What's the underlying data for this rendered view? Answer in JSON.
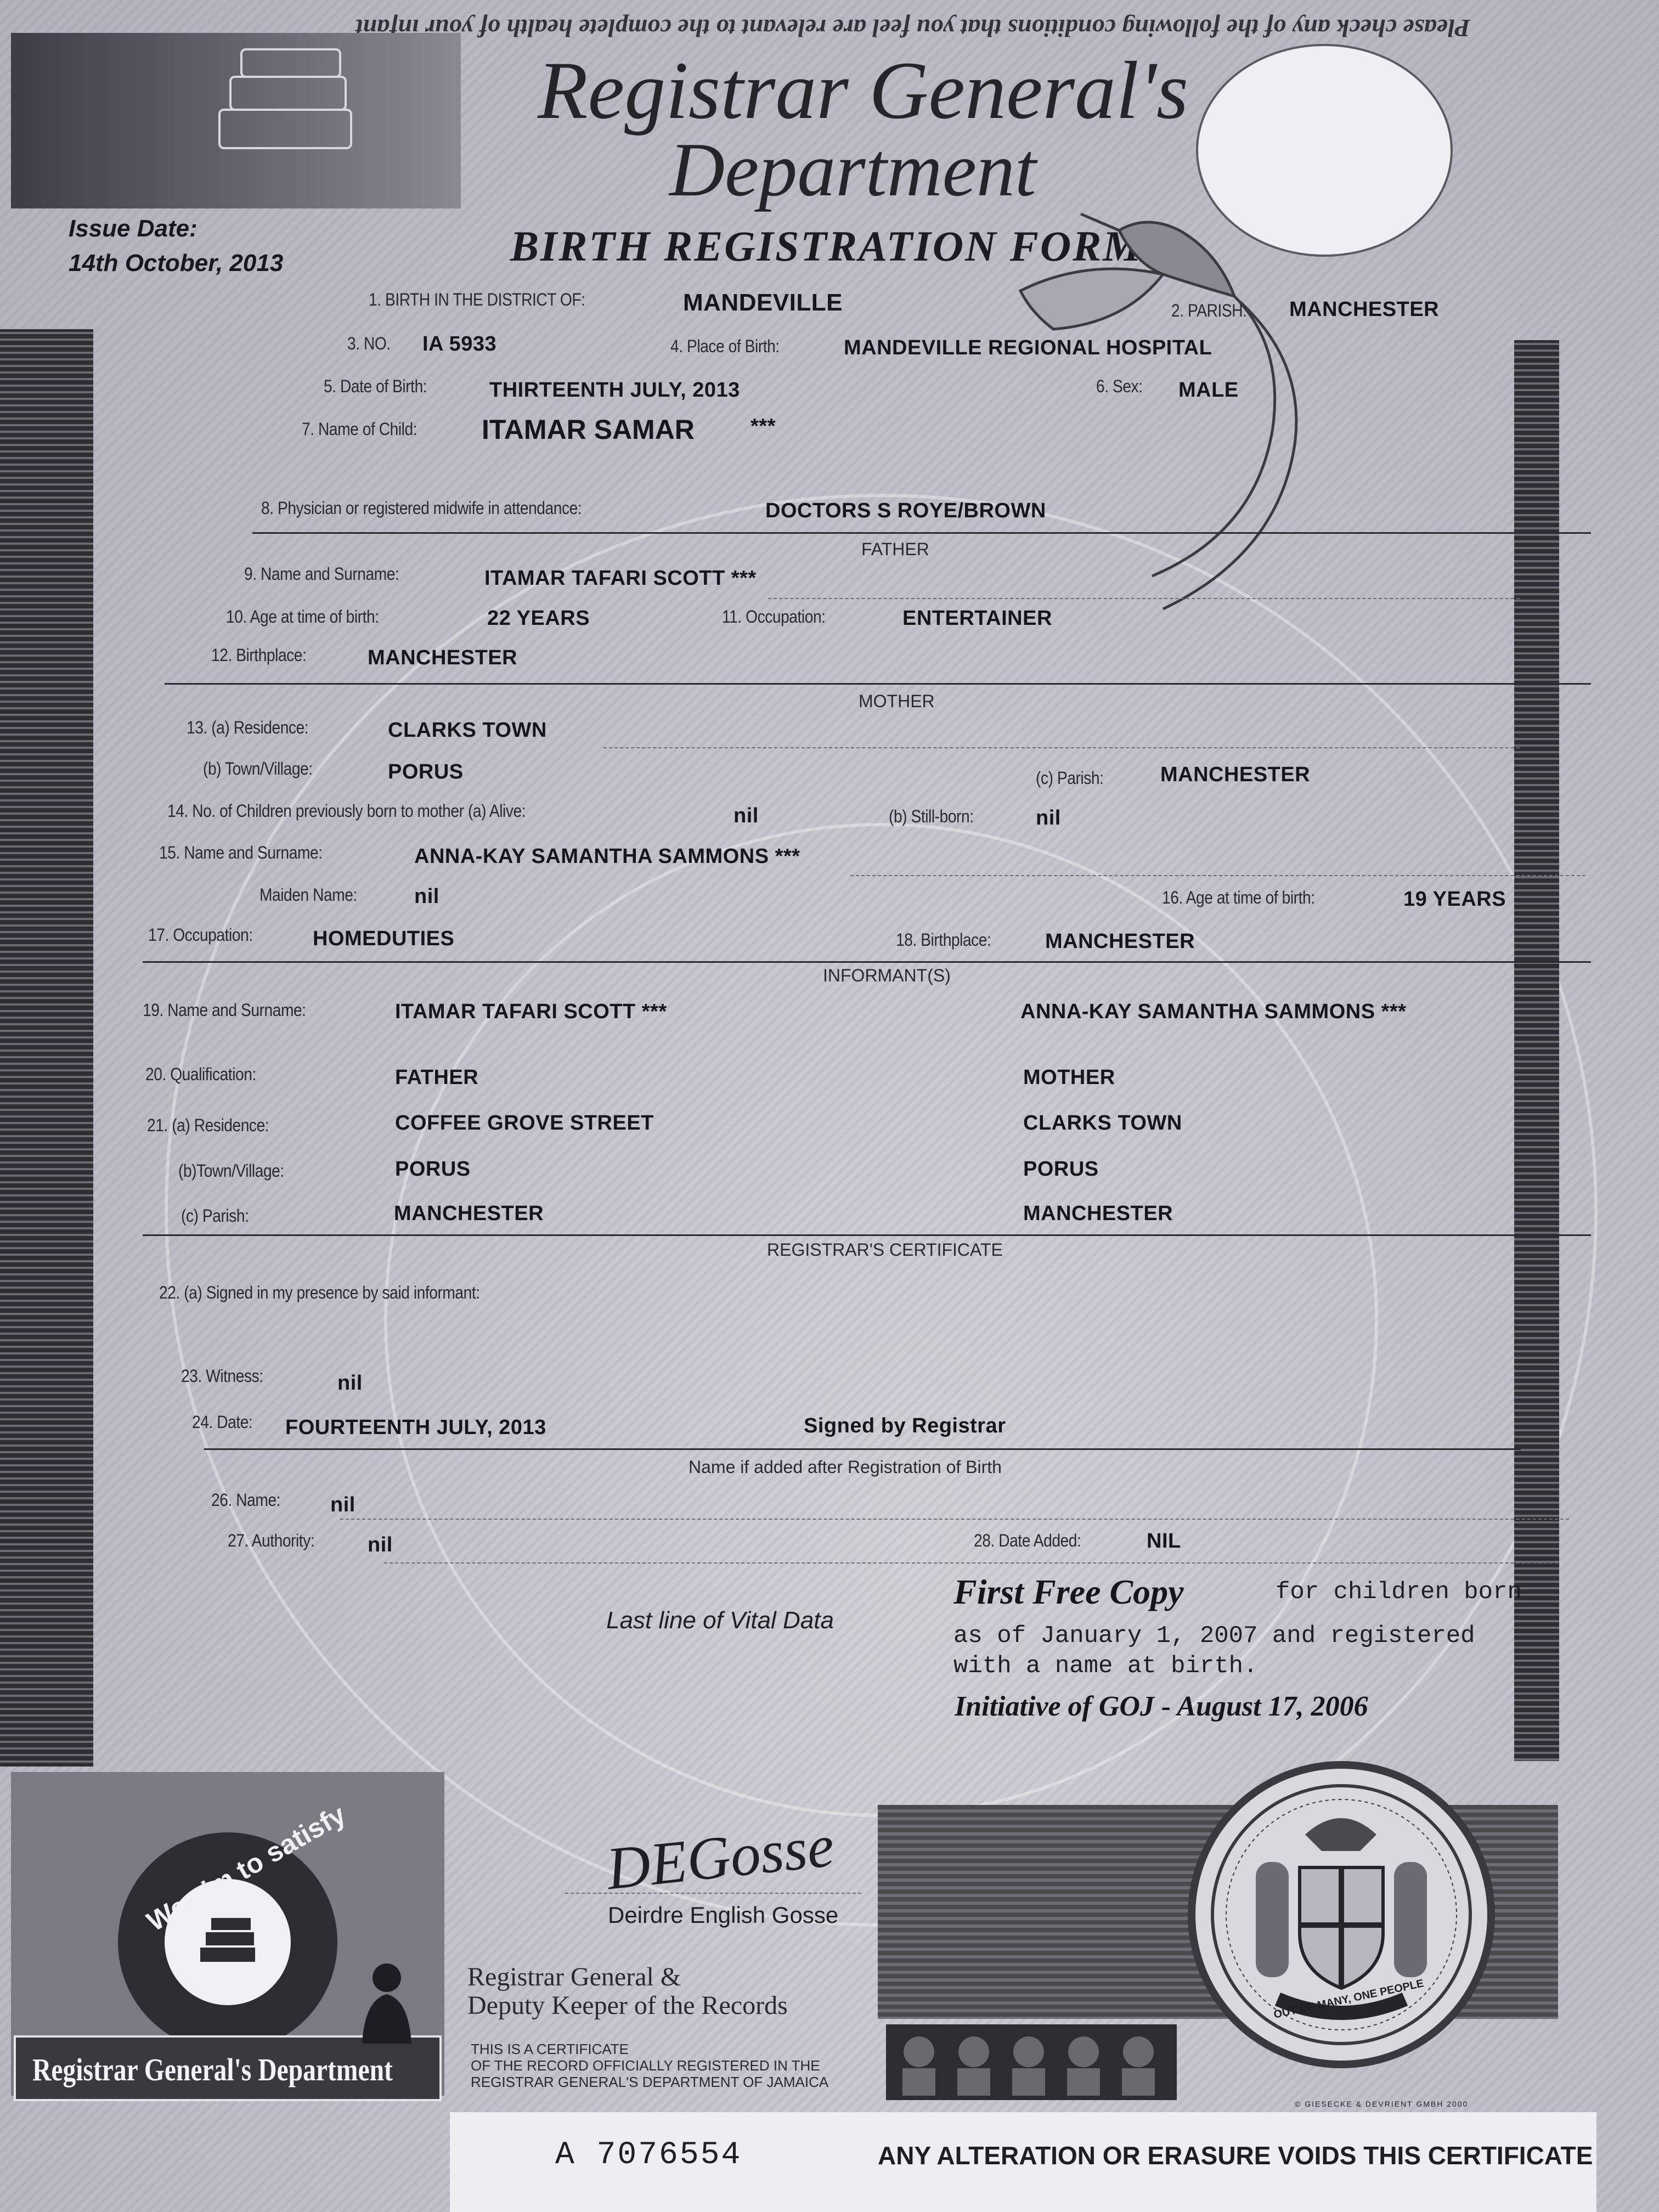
{
  "top_flipped_text": "Please check any of the following conditions that you feel are relevant to the complete health of your infant",
  "dept_title": "Registrar General's",
  "dept_title2": "Department",
  "form_title": "BIRTH REGISTRATION FORM",
  "issue": {
    "label": "Issue Date:",
    "date": "14th October, 2013"
  },
  "fields": {
    "f1_label": "1. BIRTH IN THE DISTRICT OF:",
    "f1_value": "MANDEVILLE",
    "f2_label": "2. PARISH:",
    "f2_value": "MANCHESTER",
    "f3_label": "3. NO.",
    "f3_value": "IA 5933",
    "f4_label": "4. Place of Birth:",
    "f4_value": "MANDEVILLE REGIONAL HOSPITAL",
    "f5_label": "5. Date of Birth:",
    "f5_value": "THIRTEENTH JULY, 2013",
    "f6_label": "6. Sex:",
    "f6_value": "MALE",
    "f7_label": "7. Name of Child:",
    "f7_value": "ITAMAR SAMAR",
    "f7_stars": "***",
    "f8_label": "8. Physician or registered midwife in attendance:",
    "f8_value": "DOCTORS S ROYE/BROWN"
  },
  "father": {
    "heading": "FATHER",
    "f9_label": "9. Name and Surname:",
    "f9_value": "ITAMAR TAFARI SCOTT ***",
    "f10_label": "10. Age at time of birth:",
    "f10_value": "22 YEARS",
    "f11_label": "11. Occupation:",
    "f11_value": "ENTERTAINER",
    "f12_label": "12. Birthplace:",
    "f12_value": "MANCHESTER"
  },
  "mother": {
    "heading": "MOTHER",
    "f13a_label": "13. (a) Residence:",
    "f13a_value": "CLARKS TOWN",
    "f13b_label": "(b) Town/Village:",
    "f13b_value": "PORUS",
    "f13c_label": "(c) Parish:",
    "f13c_value": "MANCHESTER",
    "f14a_label": "14. No. of Children previously born to mother (a) Alive:",
    "f14a_value": "nil",
    "f14b_label": "(b) Still-born:",
    "f14b_value": "nil",
    "f15_label": "15. Name and Surname:",
    "f15_value": "ANNA-KAY SAMANTHA SAMMONS ***",
    "maiden_label": "Maiden Name:",
    "maiden_value": "nil",
    "f16_label": "16. Age at time of birth:",
    "f16_value": "19 YEARS",
    "f17_label": "17. Occupation:",
    "f17_value": "HOMEDUTIES",
    "f18_label": "18. Birthplace:",
    "f18_value": "MANCHESTER"
  },
  "informants": {
    "heading": "INFORMANT(S)",
    "f19_label": "19. Name and Surname:",
    "f19_value_1": "ITAMAR TAFARI SCOTT ***",
    "f19_value_2": "ANNA-KAY SAMANTHA SAMMONS ***",
    "f20_label": "20. Qualification:",
    "f20_value_1": "FATHER",
    "f20_value_2": "MOTHER",
    "f21a_label": "21. (a) Residence:",
    "f21a_value_1": "COFFEE GROVE STREET",
    "f21a_value_2": "CLARKS TOWN",
    "f21b_label": "(b)Town/Village:",
    "f21b_value_1": "PORUS",
    "f21b_value_2": "PORUS",
    "f21c_label": "(c) Parish:",
    "f21c_value_1": "MANCHESTER",
    "f21c_value_2": "MANCHESTER"
  },
  "registrar": {
    "heading": "REGISTRAR'S CERTIFICATE",
    "f22_label": "22. (a) Signed in my presence by said informant:",
    "f23_label": "23. Witness:",
    "f23_value": "nil",
    "f24_label": "24. Date:",
    "f24_value": "FOURTEENTH JULY, 2013",
    "signed": "Signed by Registrar"
  },
  "name_added": {
    "heading": "Name if added after Registration of Birth",
    "f26_label": "26. Name:",
    "f26_value": "nil",
    "f27_label": "27. Authority:",
    "f27_value": "nil",
    "f28_label": "28. Date Added:",
    "f28_value": "NIL"
  },
  "last_line": "Last line of Vital Data",
  "free_copy": {
    "title": "First Free Copy",
    "line1": "for children born",
    "line2": "as of January 1, 2007 and registered",
    "line3": "with a name at birth.",
    "initiative": "Initiative of GOJ - August 17, 2006"
  },
  "signature": {
    "script": "DEGosse",
    "name": "Deirdre English Gosse"
  },
  "registrar_title_1": "Registrar General &",
  "registrar_title_2": "Deputy Keeper of the Records",
  "cert_note_1": "THIS IS A CERTIFICATE",
  "cert_note_2": "OF THE RECORD OFFICIALLY REGISTERED IN THE",
  "cert_note_3": "REGISTRAR GENERAL'S DEPARTMENT OF JAMAICA",
  "logo": {
    "motto": "We aim to satisfy",
    "dept": "Registrar General's Department"
  },
  "seal_motto": "OUT OF MANY, ONE PEOPLE",
  "printer": "© GIESECKE & DEVRIENT GMBH 2000",
  "serial": "A 7076554",
  "warning": "ANY ALTERATION OR ERASURE VOIDS THIS CERTIFICATE",
  "colors": {
    "ink": "#16151b",
    "paper": "#c2c1ca",
    "border": "#2e2d33"
  }
}
